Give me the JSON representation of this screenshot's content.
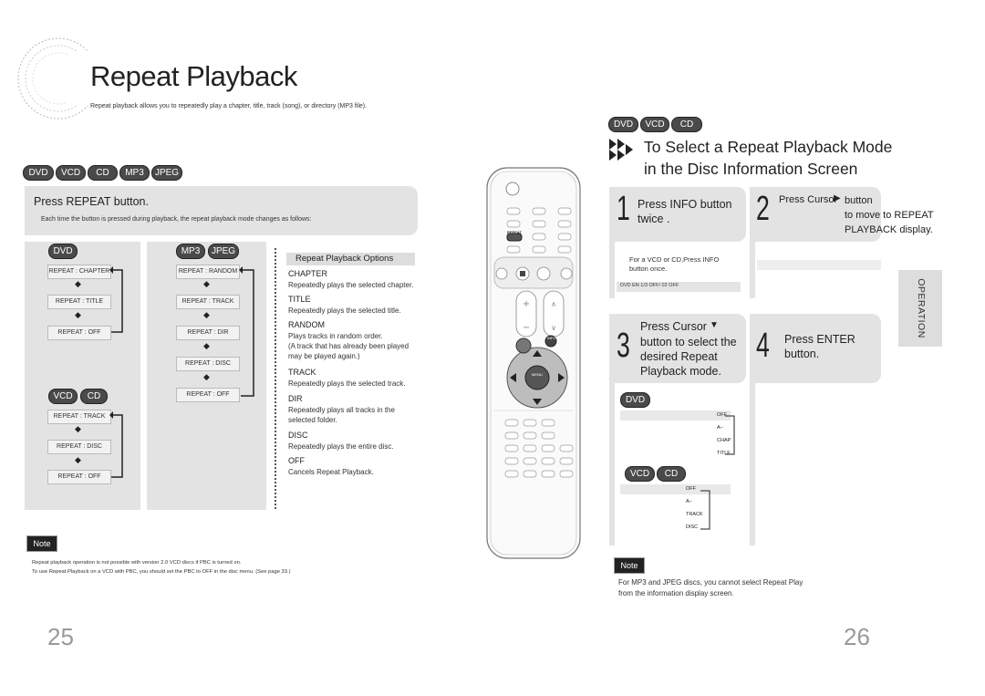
{
  "header": {
    "title": "Repeat Playback",
    "subtitle": "Repeat playback allows you to repeatedly play a chapter, title, track (song), or directory (MP3 file)."
  },
  "left": {
    "formats": [
      "DVD",
      "VCD",
      "CD",
      "MP3",
      "JPEG"
    ],
    "press_title": "Press REPEAT button.",
    "press_desc": "Each time the button is pressed during playback, the repeat playback mode changes as follows:",
    "dvd_label": "DVD",
    "dvd_modes": [
      "REPEAT : CHAPTER",
      "REPEAT : TITLE",
      "REPEAT : OFF"
    ],
    "vcd_labels": [
      "VCD",
      "CD"
    ],
    "vcd_modes": [
      "REPEAT : TRACK",
      "REPEAT : DISC",
      "REPEAT : OFF"
    ],
    "mp3_labels": [
      "MP3",
      "JPEG"
    ],
    "mp3_modes": [
      "REPEAT : RANDOM",
      "REPEAT : TRACK",
      "REPEAT : DIR",
      "REPEAT : DISC",
      "REPEAT : OFF"
    ],
    "options_title": "Repeat Playback Options",
    "options": [
      {
        "name": "CHAPTER",
        "desc": "Repeatedly plays the selected chapter."
      },
      {
        "name": "TITLE",
        "desc": "Repeatedly plays the selected title."
      },
      {
        "name": "RANDOM",
        "desc": "Plays tracks in random order.\n(A track that has already been played may be played again.)"
      },
      {
        "name": "TRACK",
        "desc": "Repeatedly plays the selected track."
      },
      {
        "name": "DIR",
        "desc": "Repeatedly plays all tracks in the selected folder."
      },
      {
        "name": "DISC",
        "desc": "Repeatedly plays the entire disc."
      },
      {
        "name": "OFF",
        "desc": "Cancels Repeat Playback."
      }
    ],
    "note_label": "Note",
    "notes": [
      "Repeat playback operation is not possible with version 2.0 VCD discs if PBC is turned on.",
      "To use Repeat Playback on a VCD with PBC, you should set the PBC to OFF in the disc menu. (See page 33.)"
    ],
    "page_number": "25"
  },
  "right": {
    "formats": [
      "DVD",
      "VCD",
      "CD"
    ],
    "section_title_1": "To Select a Repeat Playback Mode",
    "section_title_2": "in the Disc Information Screen",
    "step1_num": "1",
    "step1_text": "Press INFO button\ntwice .",
    "step1_note": "For a VCD or CD,Press INFO\nbutton once.",
    "step2_num": "2",
    "step2_text_a": "Press Cursor",
    "step2_text_b": "button\nto move to REPEAT\nPLAYBACK display.",
    "step3_num": "3",
    "step3_text_a": "Press Cursor",
    "step3_text_b": "button to select the\ndesired Repeat\nPlayback mode.",
    "step4_num": "4",
    "step4_text": "Press ENTER\nbutton.",
    "dvd_label": "DVD",
    "vcd_labels": [
      "VCD",
      "CD"
    ],
    "osd_dvd": [
      "OFF",
      "A–",
      "CHAP",
      "TITLE"
    ],
    "osd_vcd": [
      "OFF",
      "A–",
      "TRACK",
      "DISC"
    ],
    "osd_strip": "DVD  EN 1/3  OFF/ 02  OFF",
    "side_tab": "OPERATION",
    "note_label": "Note",
    "note_text": "For MP3 and JPEG discs, you cannot select Repeat Play\nfrom the information display screen.",
    "page_number": "26"
  },
  "remote": {
    "repeat_label": "REPEAT",
    "info_label": "INFO",
    "menu_label": "MENU"
  }
}
